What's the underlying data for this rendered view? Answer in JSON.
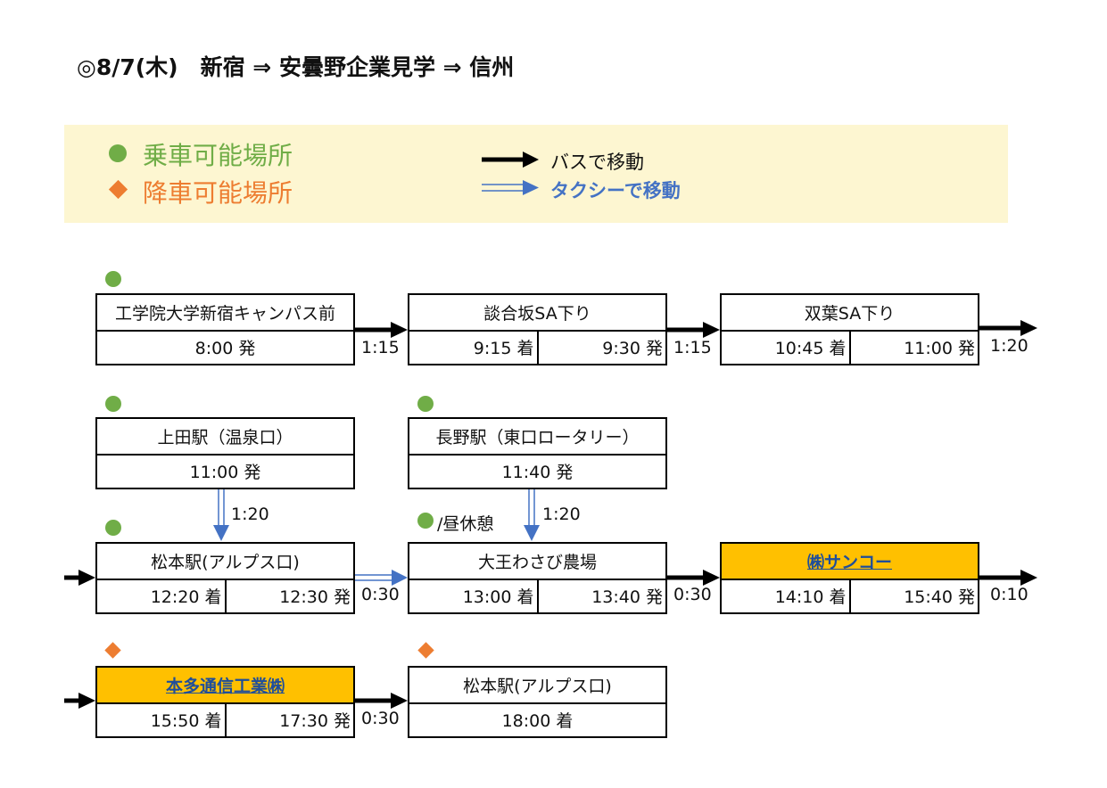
{
  "title": "◎8/7(木)　新宿 ⇒ 安曇野企業見学 ⇒ 信州",
  "legend": {
    "boarding": "乗車可能場所",
    "alighting": "降車可能場所",
    "bus": "バスで移動",
    "taxi": "タクシーで移動"
  },
  "stops": {
    "kogakuin": {
      "name": "工学院大学新宿キャンパス前",
      "depart": "8:00 発"
    },
    "dangozaka": {
      "name": "談合坂SA下り",
      "arrive": "9:15 着",
      "depart": "9:30 発"
    },
    "futaba": {
      "name": "双葉SA下り",
      "arrive": "10:45 着",
      "depart": "11:00 発"
    },
    "ueda": {
      "name": "上田駅（温泉口）",
      "depart": "11:00 発"
    },
    "nagano": {
      "name": "長野駅（東口ロータリー）",
      "depart": "11:40 発"
    },
    "matsumoto1": {
      "name": "松本駅(アルプス口)",
      "arrive": "12:20 着",
      "depart": "12:30 発"
    },
    "daio": {
      "name": "大王わさび農場",
      "arrive": "13:00 着",
      "depart": "13:40 発"
    },
    "sanko": {
      "name": "㈱サンコー",
      "arrive": "14:10 着",
      "depart": "15:40 発"
    },
    "honda": {
      "name": "本多通信工業㈱",
      "arrive": "15:50 着",
      "depart": "17:30 発"
    },
    "matsumoto2": {
      "name": "松本駅(アルプス口)",
      "arrive": "18:00 着"
    }
  },
  "durations": {
    "d1": "1:15",
    "d2": "1:15",
    "d3": "1:20",
    "d4": "1:20",
    "d5": "1:20",
    "d6": "0:30",
    "d7": "0:30",
    "d8": "0:10",
    "d9": "0:30"
  },
  "lunch_note": "/昼休憩",
  "colors": {
    "boarding": "#70ad47",
    "alighting": "#ed7d31",
    "taxi": "#4472c4",
    "highlight": "#ffc000",
    "legend_bg": "#fdf6d1"
  }
}
